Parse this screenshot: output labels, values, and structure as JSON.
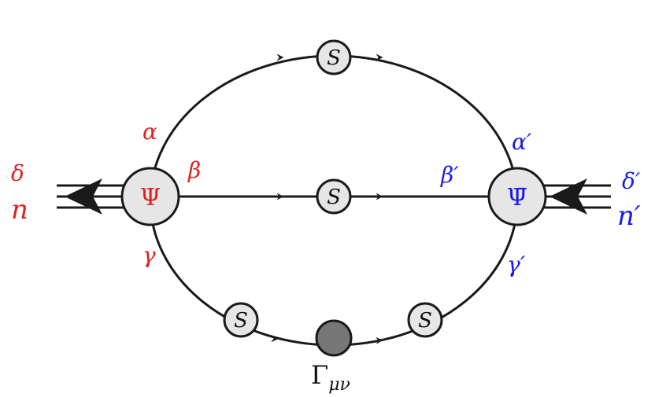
{
  "colors": {
    "line": "#1a1a1a",
    "node_fill": "#e6e6e6",
    "vertex_fill": "#777777",
    "red": "#e02020",
    "blue": "#1a1aee",
    "black": "#111111"
  },
  "nodes": {
    "psi": "Ψ",
    "psibar": "Ψ̄",
    "s_top": "S",
    "s_mid": "S",
    "s_bot_left": "S",
    "s_bot_right": "S"
  },
  "labels": {
    "left": {
      "delta": "δ",
      "n": "n",
      "alpha": "α",
      "beta": "β",
      "gamma": "γ"
    },
    "right": {
      "delta": "δ′",
      "n": "n′",
      "alpha": "α′",
      "beta": "β′",
      "gamma": "γ′"
    },
    "vertex": {
      "gamma": "Γ",
      "sub": "μν"
    }
  },
  "icons": [
    "arrow-left-icon"
  ]
}
